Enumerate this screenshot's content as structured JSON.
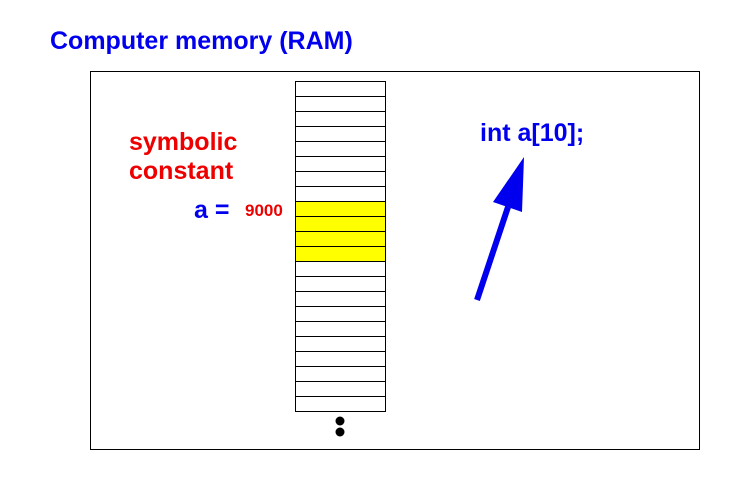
{
  "title": "Computer memory (RAM)",
  "label_symbolic_line1": "symbolic",
  "label_symbolic_line2": "constant",
  "array_name_label": "a =",
  "address_value": "9000",
  "declaration": "int a[10];",
  "memory": {
    "cell_count": 22,
    "highlighted_start_index": 8,
    "highlighted_count": 4,
    "highlight_color": "#ffff00"
  },
  "colors": {
    "title": "#0000ee",
    "symbolic_label": "#ee0000",
    "address": "#ee0000",
    "array_name": "#0000ee",
    "declaration": "#0000ee",
    "arrow": "#0000ee"
  },
  "icons": [
    "continuation-dots-icon",
    "arrow-icon"
  ]
}
